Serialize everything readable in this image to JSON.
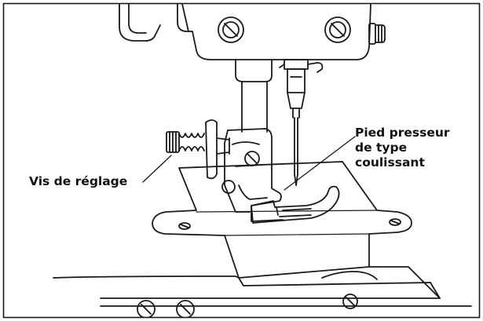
{
  "labels": {
    "adjust_screw": "Vis de réglage",
    "presser_foot": [
      "Pied presseur",
      "de type",
      "coulissant"
    ]
  },
  "colors": {
    "line": "#1a1a1a",
    "background": "#ffffff"
  }
}
